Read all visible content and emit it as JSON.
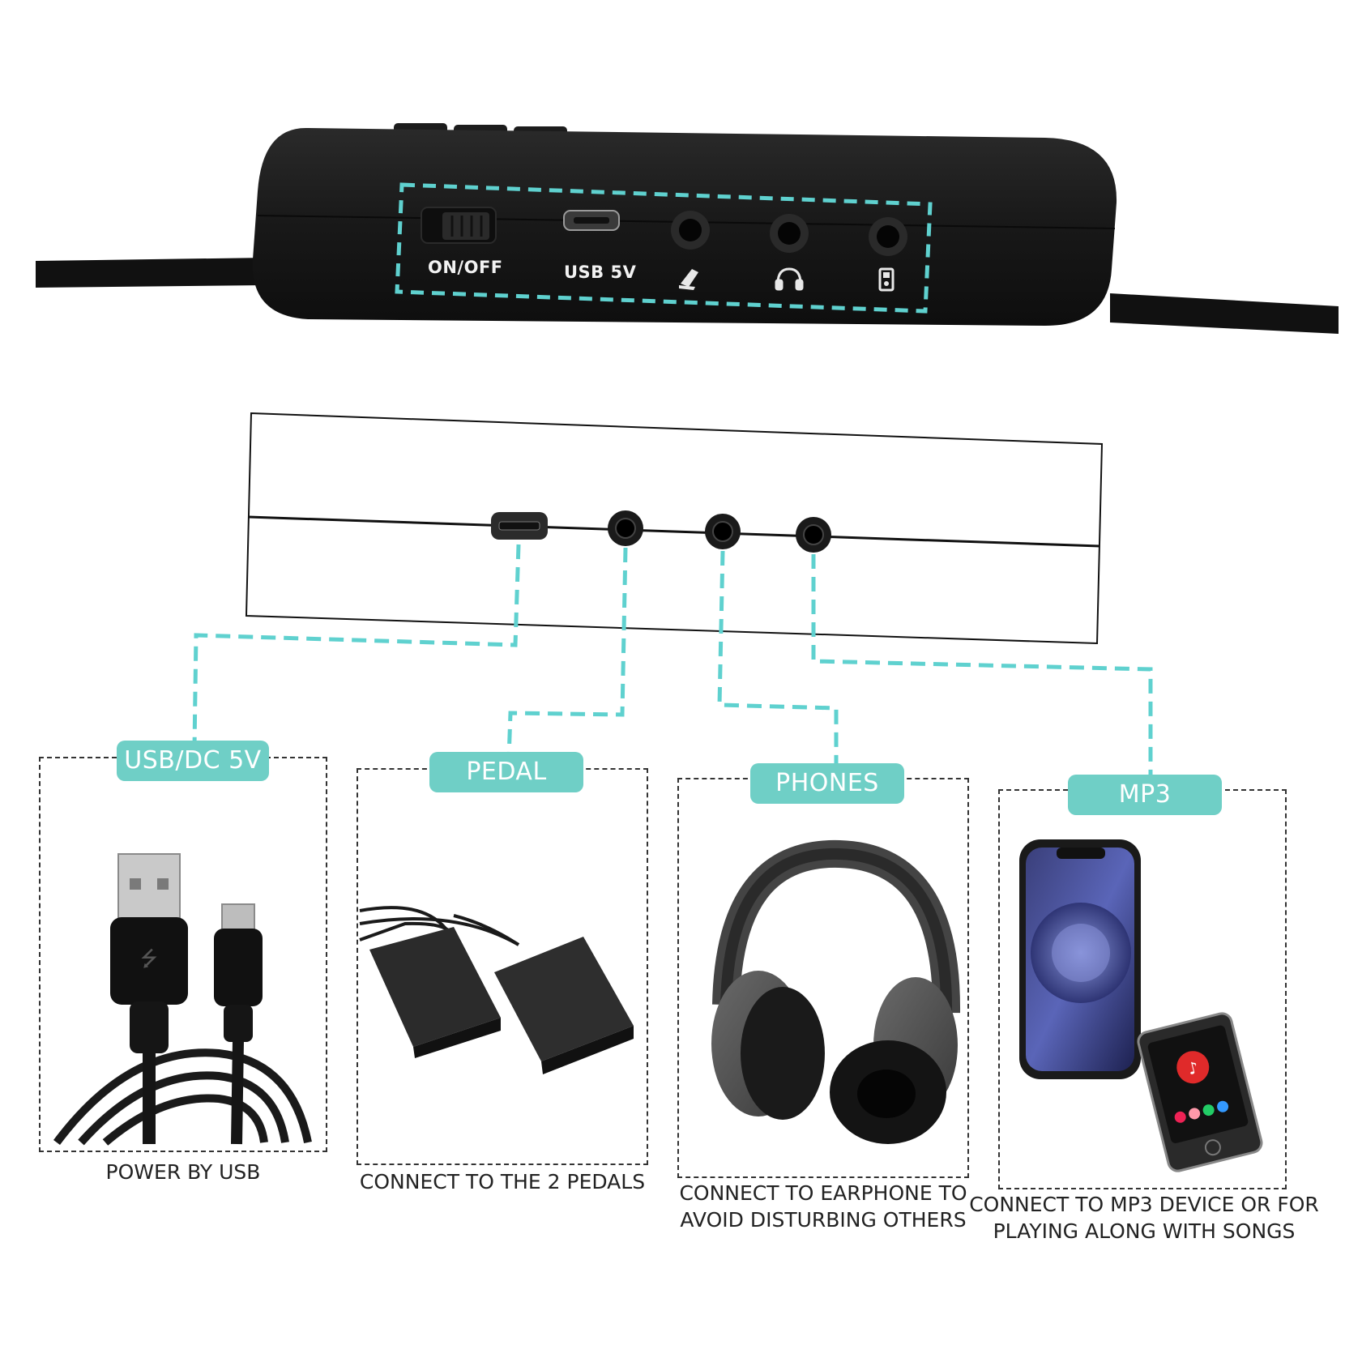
{
  "device": {
    "labels": {
      "power_switch": "ON/OFF",
      "usb": "USB 5V"
    },
    "port_icons": [
      "pedal-icon",
      "headphones-icon",
      "mp3-player-icon"
    ]
  },
  "colors": {
    "accent": "#6fcfc6",
    "device_body": "#161616",
    "panel_border": "#333333"
  },
  "connections": [
    {
      "badge": "USB/DC 5V",
      "caption_lines": [
        "POWER BY USB"
      ],
      "image_icon": "usb-cable-icon"
    },
    {
      "badge": "PEDAL",
      "caption_lines": [
        "CONNECT TO THE 2 PEDALS"
      ],
      "image_icon": "pedals-icon"
    },
    {
      "badge": "PHONES",
      "caption_lines": [
        "CONNECT TO EARPHONE TO",
        "AVOID DISTURBING OTHERS"
      ],
      "image_icon": "headphones-icon"
    },
    {
      "badge": "MP3",
      "caption_lines": [
        "CONNECT TO MP3 DEVICE OR FOR",
        "PLAYING ALONG WITH SONGS"
      ],
      "image_icon": "phone-and-mp3-player-icon"
    }
  ]
}
